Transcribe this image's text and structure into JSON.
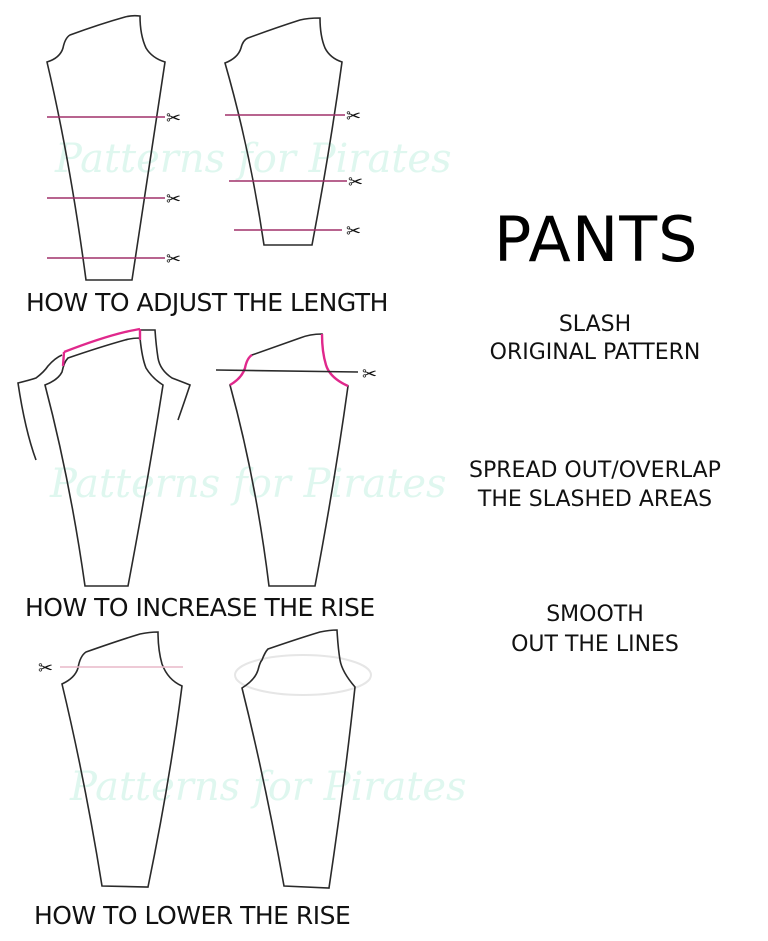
{
  "title": "PANTS",
  "steps": [
    {
      "line1": "SLASH",
      "line2": "ORIGINAL PATTERN"
    },
    {
      "line1": "SPREAD OUT/OVERLAP",
      "line2": "THE SLASHED AREAS"
    },
    {
      "line1": "SMOOTH",
      "line2": "OUT THE LINES"
    }
  ],
  "sections": [
    {
      "caption": "HOW TO ADJUST THE LENGTH"
    },
    {
      "caption": "HOW TO INCREASE THE RISE"
    },
    {
      "caption": "HOW TO LOWER THE RISE"
    }
  ],
  "watermark": "Patterns for Pirates",
  "icons": {
    "scissors": "✂"
  },
  "colors": {
    "outline": "#2a2a2a",
    "slash_line": "#a0306a",
    "highlight": "#e0288c",
    "guide_light": "#e8b8c8",
    "ellipse": "#e6e6e6",
    "watermark": "#dff7ef"
  }
}
